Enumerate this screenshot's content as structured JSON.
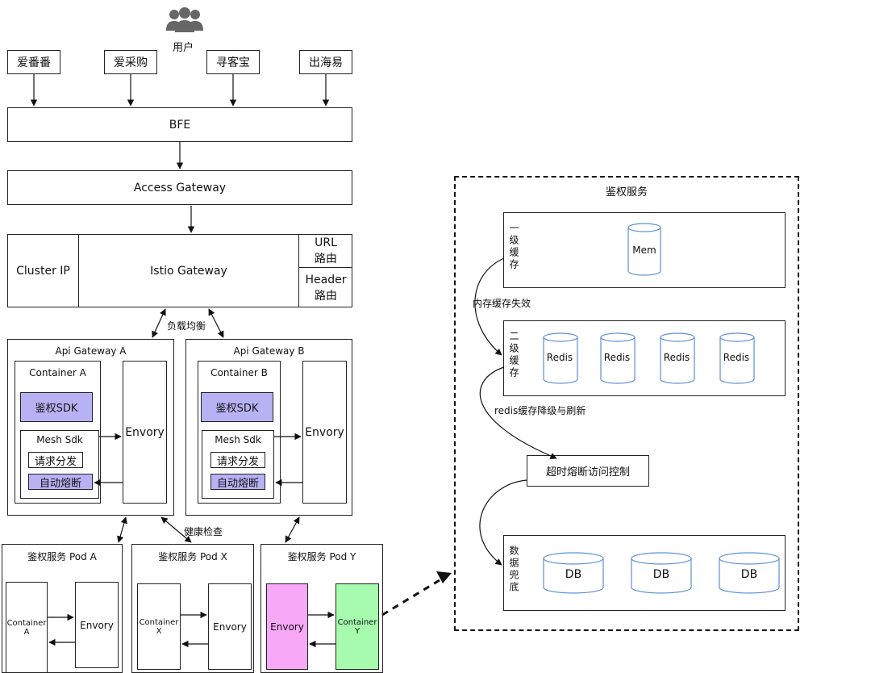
{
  "user": {
    "icon": "users-icon",
    "label": "用户"
  },
  "apps": [
    "爱番番",
    "爱采购",
    "寻客宝",
    "出海易"
  ],
  "bfe": "BFE",
  "access_gateway": "Access Gateway",
  "istio": {
    "cluster_ip": "Cluster IP",
    "gateway": "Istio Gateway",
    "url_route": [
      "URL",
      "路由"
    ],
    "header_route": [
      "Header",
      "路由"
    ]
  },
  "load_balance": "负载均衡",
  "api_gateways": [
    {
      "title": "Api Gateway A",
      "container": "Container A",
      "sdk": "鉴权SDK",
      "mesh": "Mesh Sdk",
      "dispatch": "请求分发",
      "breaker": "自动熔断",
      "envoy": "Envory"
    },
    {
      "title": "Api Gateway B",
      "container": "Container B",
      "sdk": "鉴权SDK",
      "mesh": "Mesh Sdk",
      "dispatch": "请求分发",
      "breaker": "自动熔断",
      "envoy": "Envory"
    }
  ],
  "health_check": "健康检查",
  "pods": [
    {
      "title": "鉴权服务 Pod A",
      "container": [
        "Container",
        "A"
      ],
      "envoy": "Envory"
    },
    {
      "title": "鉴权服务 Pod X",
      "container": [
        "Container",
        "X"
      ],
      "envoy": "Envory"
    },
    {
      "title": "鉴权服务 Pod Y",
      "container": [
        "Container",
        "Y"
      ],
      "envoy": "Envory"
    }
  ],
  "auth_service": {
    "title": "鉴权服务",
    "l1_label": "一级缓存",
    "mem": "Mem",
    "mem_fail": "内存缓存失效",
    "l2_label": "二级缓存",
    "redis": [
      "Redis",
      "Redis",
      "Redis",
      "Redis"
    ],
    "redis_degrade": "redis缓存降级与刷新",
    "timeout_ctrl": "超时熔断访问控制",
    "fallback_label": "数据兜底",
    "db": [
      "DB",
      "DB",
      "DB"
    ]
  },
  "colors": {
    "sdk_purple": "#b7b2f3",
    "pod_pink": "#f7a8f6",
    "pod_green": "#a6fbae",
    "cylinder_stroke": "#5b8fd6"
  }
}
